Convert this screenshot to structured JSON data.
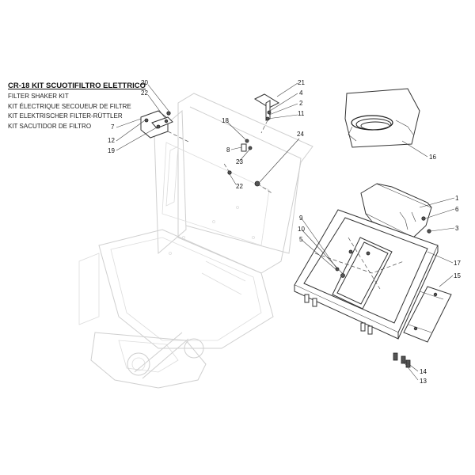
{
  "title": {
    "main": "CR-18 KIT SCUOTIFILTRO ELETTRICO",
    "lines": [
      "FILTER SHAKER KIT",
      "KIT ÉLECTRIQUE SECOUEUR DE FILTRE",
      "KIT ELEKTRISCHER FILTER-RÜTTLER",
      "KIT SACUTIDOR DE FILTRO"
    ]
  },
  "callouts": {
    "c1": "1",
    "c2": "2",
    "c3": "3",
    "c4": "4",
    "c5": "5",
    "c6": "6",
    "c7": "7",
    "c8": "8",
    "c9": "9",
    "c10": "10",
    "c11": "11",
    "c12": "12",
    "c13": "13",
    "c14": "14",
    "c15": "15",
    "c16": "16",
    "c17": "17",
    "c18": "18",
    "c19": "19",
    "c20": "20",
    "c21": "21",
    "c22a": "22",
    "c22b": "22",
    "c23": "23",
    "c24": "24"
  }
}
